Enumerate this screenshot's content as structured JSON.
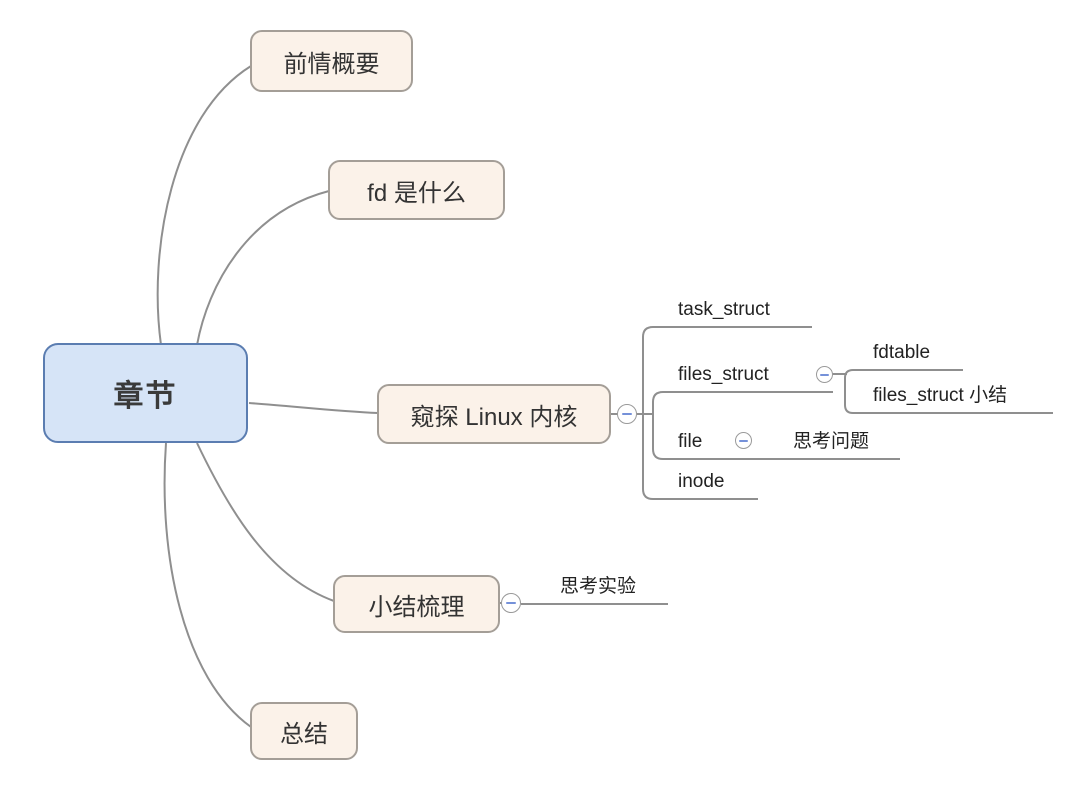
{
  "colors": {
    "background": "#ffffff",
    "root_fill": "#d6e4f7",
    "root_border": "#5b7db1",
    "branch_fill": "#fbf2e9",
    "branch_border": "#a49e97",
    "connector": "#8f8f8f",
    "minus_glyph": "#7591d9",
    "text": "#333333"
  },
  "mindmap": {
    "root": {
      "label": "章节"
    },
    "branches": [
      {
        "label": "前情概要"
      },
      {
        "label": "fd 是什么"
      },
      {
        "label": "窥探 Linux 内核",
        "collapse_state": "expanded",
        "children": [
          {
            "label": "task_struct"
          },
          {
            "label": "files_struct",
            "collapse_state": "expanded",
            "children": [
              {
                "label": "fdtable"
              },
              {
                "label": "files_struct 小结"
              }
            ]
          },
          {
            "label": "file",
            "collapse_state": "expanded",
            "children": [
              {
                "label": "思考问题"
              }
            ]
          },
          {
            "label": "inode"
          }
        ]
      },
      {
        "label": "小结梳理",
        "collapse_state": "expanded",
        "children": [
          {
            "label": "思考实验"
          }
        ]
      },
      {
        "label": "总结"
      }
    ]
  }
}
